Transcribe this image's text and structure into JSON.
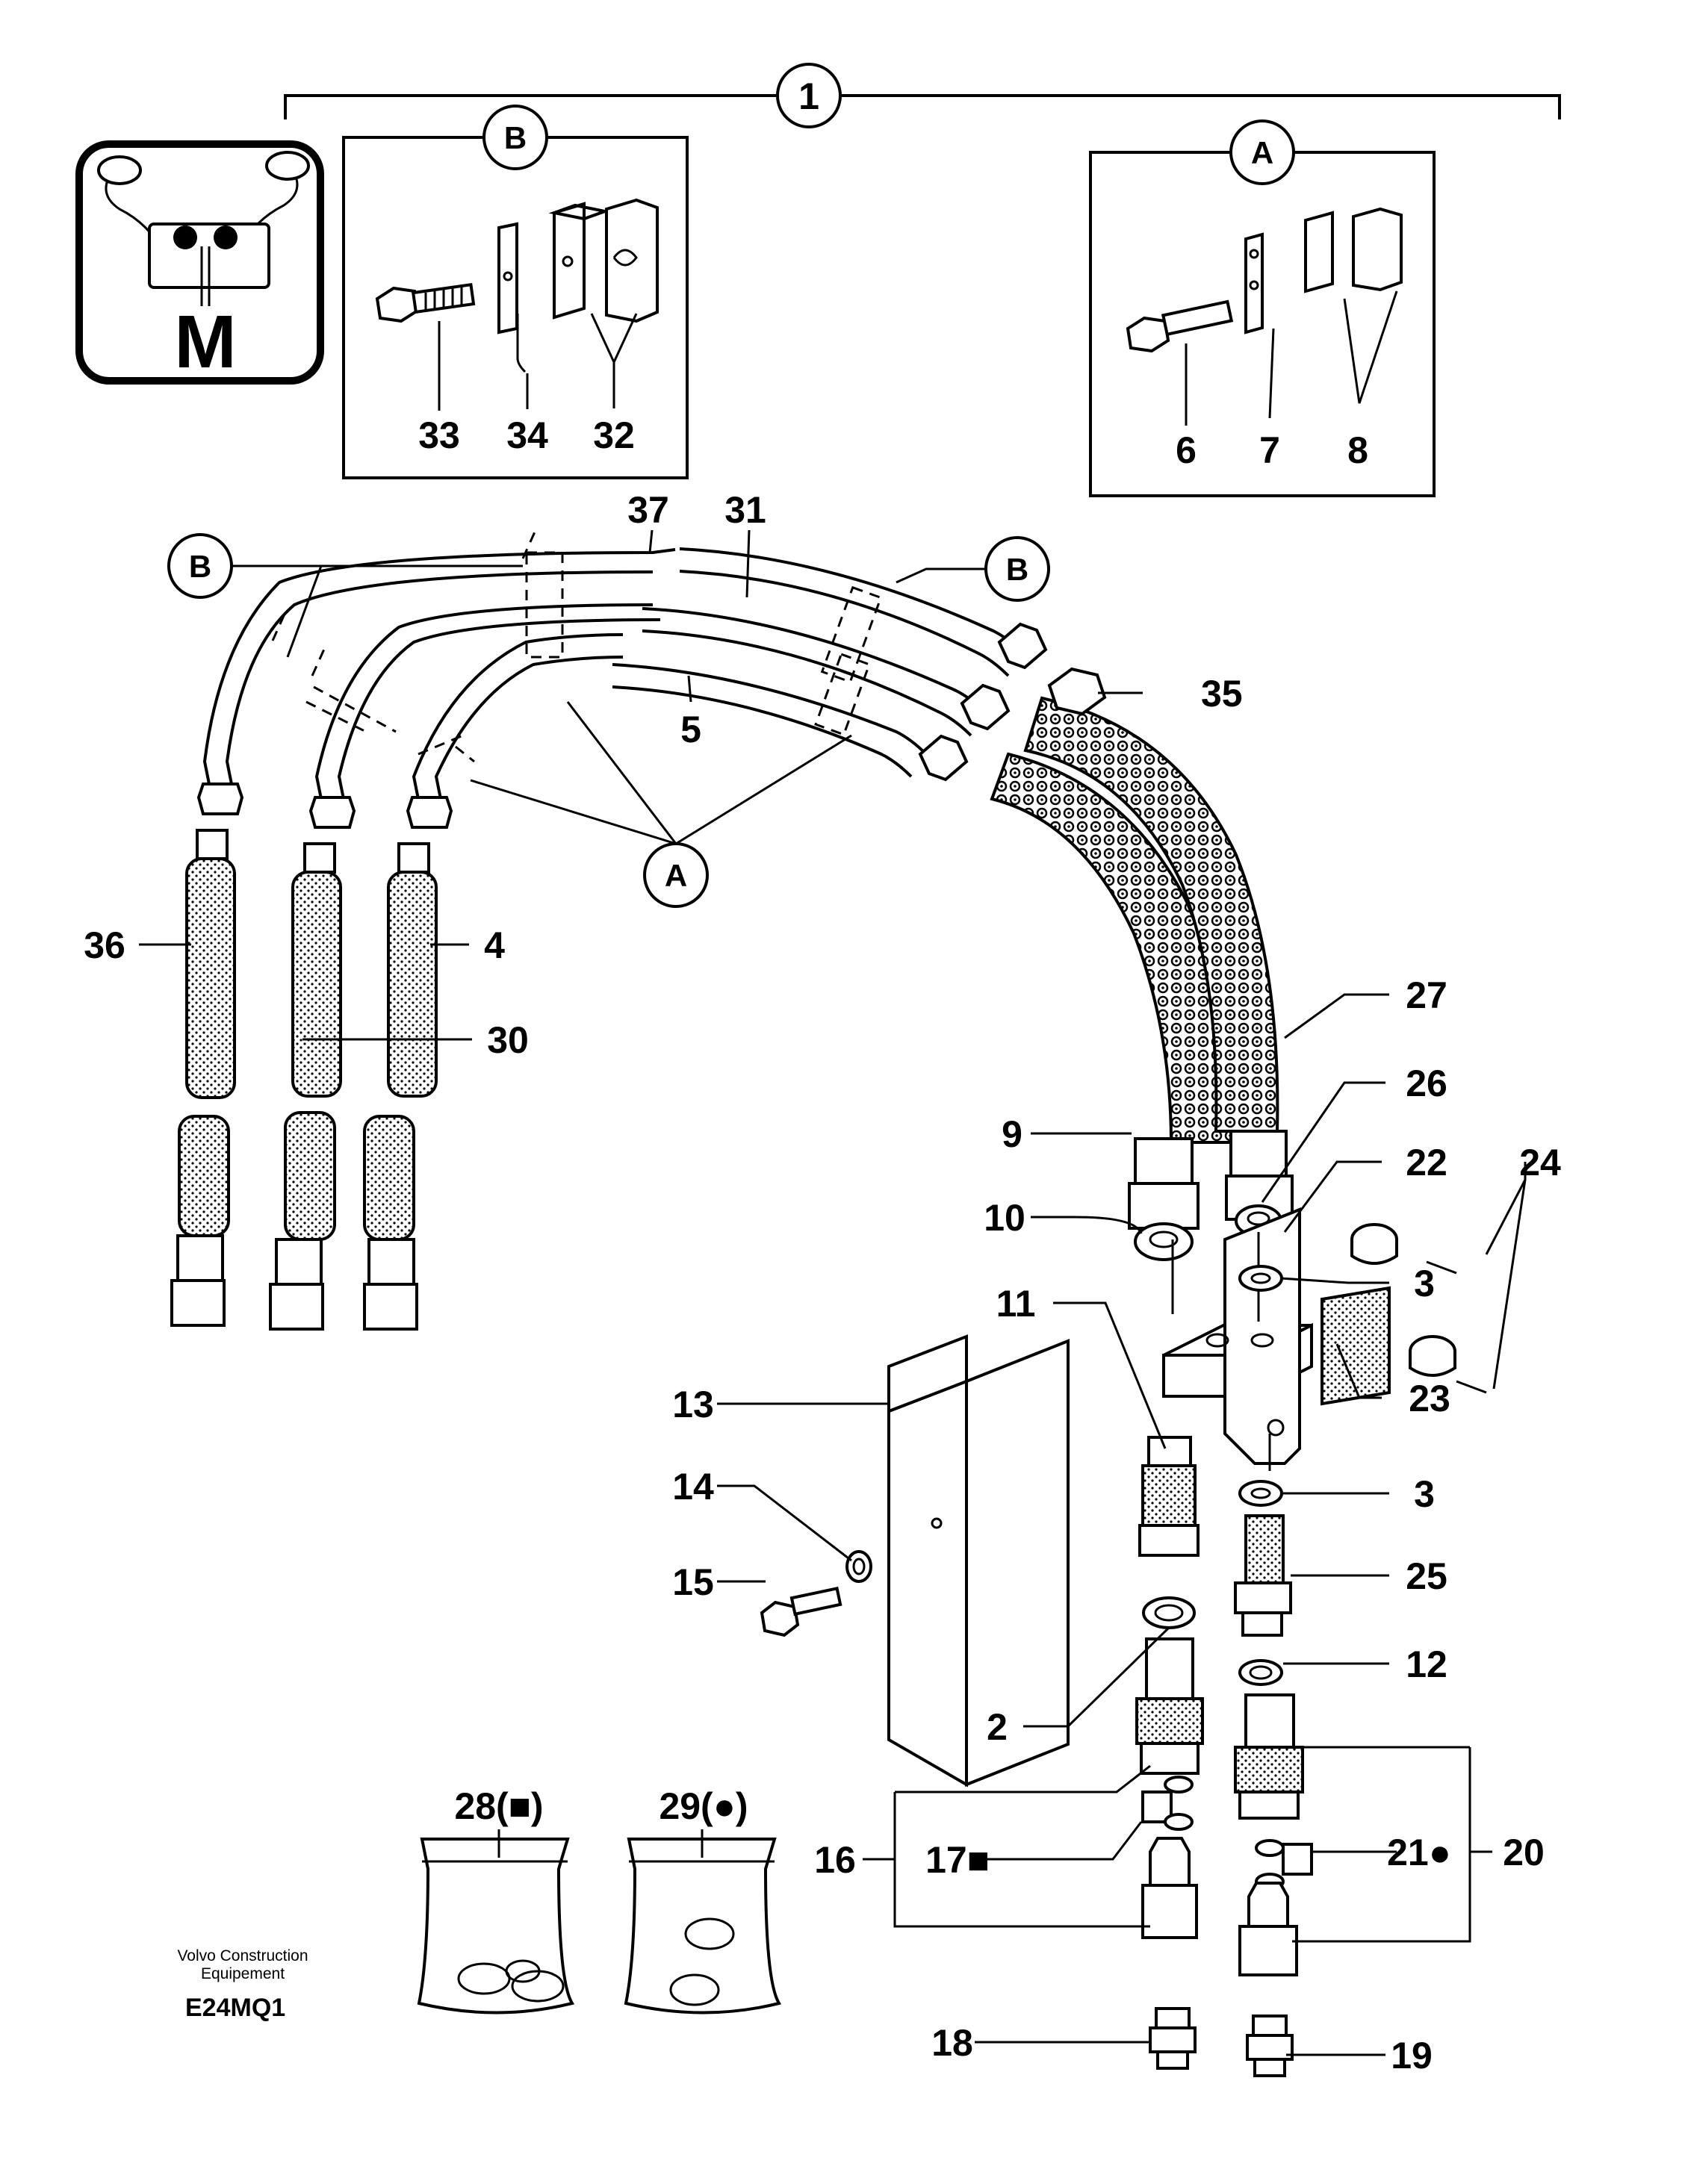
{
  "diagram": {
    "group_label": "1",
    "icon_letter": "M",
    "detail_b": {
      "label": "B",
      "parts": [
        "33",
        "34",
        "32"
      ]
    },
    "detail_a": {
      "label": "A",
      "parts": [
        "6",
        "7",
        "8"
      ]
    },
    "pipe_refs": {
      "b_left": "B",
      "b_right": "B",
      "a_bottom": "A"
    },
    "callouts": {
      "p37": "37",
      "p31": "31",
      "p35": "35",
      "p5": "5",
      "p36": "36",
      "p4": "4",
      "p30": "30",
      "p27": "27",
      "p9": "9",
      "p26": "26",
      "p22": "22",
      "p24": "24",
      "p10": "10",
      "p3a": "3",
      "p11": "11",
      "p13": "13",
      "p23": "23",
      "p3b": "3",
      "p14": "14",
      "p25": "25",
      "p15": "15",
      "p12": "12",
      "p2": "2",
      "p28": "28(■)",
      "p29": "29(●)",
      "p16": "16",
      "p17": "17■",
      "p21": "21●",
      "p20": "20",
      "p18": "18",
      "p19": "19"
    },
    "footer": {
      "brand": "Volvo Construction Equipement",
      "code": "E24MQ1"
    }
  }
}
